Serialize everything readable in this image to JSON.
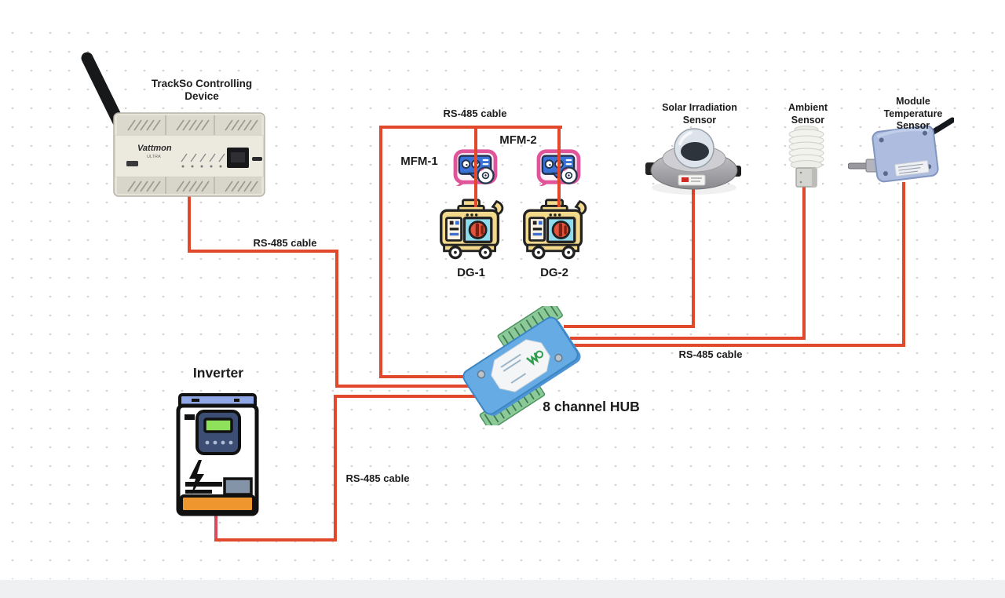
{
  "canvas": {
    "background": "#ffffff",
    "dot_color": "#d0d0d0",
    "cable_color": "#e2482b"
  },
  "nodes": {
    "trackso": {
      "label": "TrackSo Controlling Device",
      "brand": "Vattmon",
      "model": "ULTRA"
    },
    "mfm1": {
      "label": "MFM-1"
    },
    "mfm2": {
      "label": "MFM-2"
    },
    "dg1": {
      "label": "DG-1"
    },
    "dg2": {
      "label": "DG-2"
    },
    "solar_sensor": {
      "label": "Solar Irradiation Sensor"
    },
    "ambient_sensor": {
      "label": "Ambient Sensor"
    },
    "module_temp_sensor": {
      "label": "Module Temperature Sensor"
    },
    "inverter": {
      "label": "Inverter"
    },
    "hub": {
      "label": "8 channel HUB"
    }
  },
  "cable_labels": {
    "mfm_bus": "RS-485 cable",
    "trackso_bus": "RS-485 cable",
    "inverter_bus": "RS-485 cable",
    "sensor_bus": "RS-485 cable"
  }
}
